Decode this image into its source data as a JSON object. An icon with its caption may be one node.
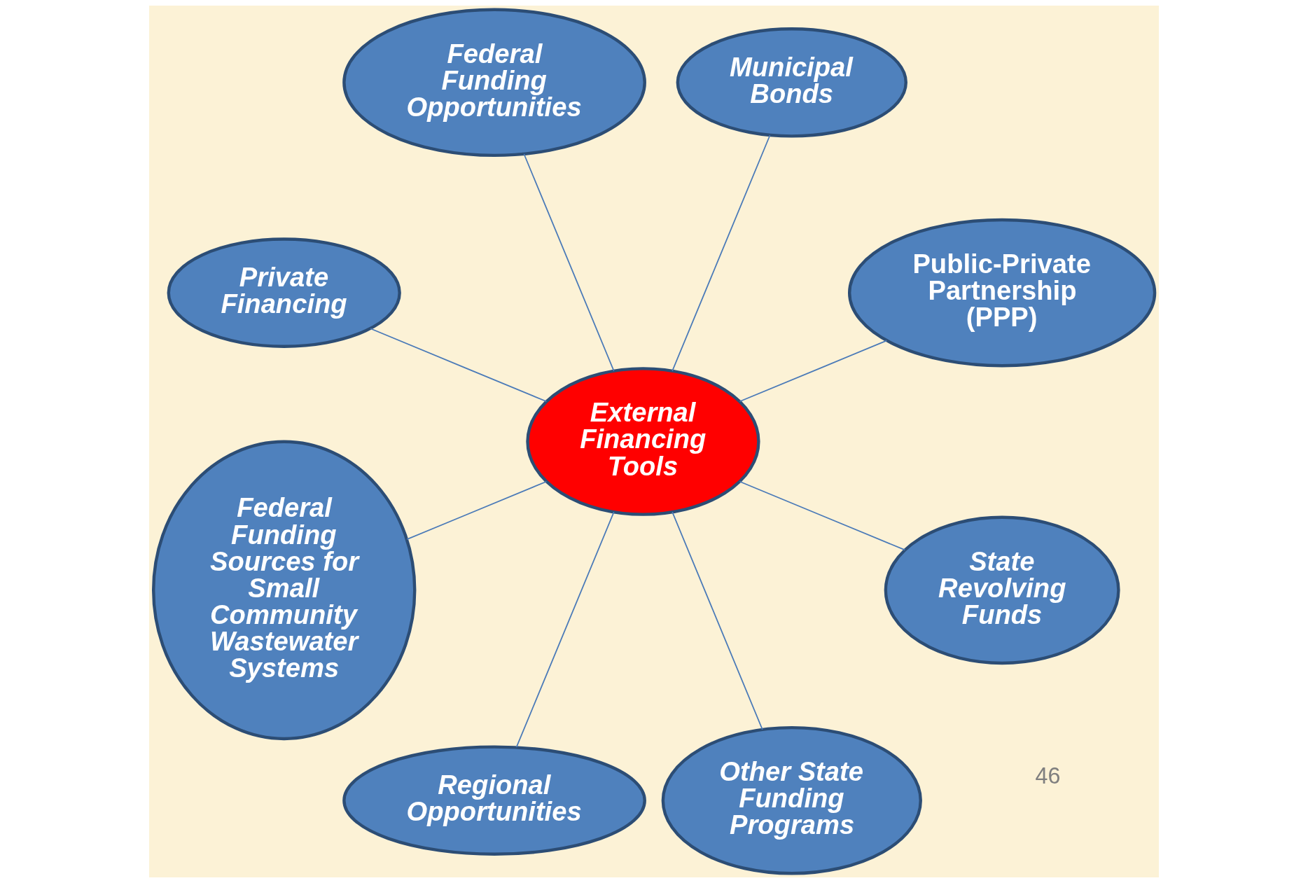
{
  "diagram": {
    "nodes": [
      {
        "text": [
          "External Financing Tools"
        ]
      },
      {
        "text": [
          "Public-Private Partnership (PPP)"
        ]
      },
      {
        "text": [
          "Municipal Bonds"
        ]
      },
      {
        "text": [
          "Federal Funding Opportunities"
        ]
      },
      {
        "text": [
          "Private Financing"
        ]
      },
      {
        "text": [
          "Federal Funding Sources for Small Community Wastewater Systems"
        ]
      },
      {
        "text": [
          "Regional Opportunities"
        ]
      },
      {
        "text": [
          "Other State Funding Programs"
        ]
      },
      {
        "text": [
          "State Revolving Funds"
        ]
      }
    ],
    "edges": [
      {
        "from": 0,
        "to": 1,
        "arrow": "none"
      },
      {
        "from": 0,
        "to": 2,
        "arrow": "none"
      },
      {
        "from": 0,
        "to": 3,
        "arrow": "none"
      },
      {
        "from": 0,
        "to": 4,
        "arrow": "none"
      },
      {
        "from": 0,
        "to": 5,
        "arrow": "none"
      },
      {
        "from": 0,
        "to": 6,
        "arrow": "none"
      },
      {
        "from": 0,
        "to": 7,
        "arrow": "none"
      },
      {
        "from": 0,
        "to": 8,
        "arrow": "none"
      }
    ],
    "labels": [
      "46"
    ]
  }
}
